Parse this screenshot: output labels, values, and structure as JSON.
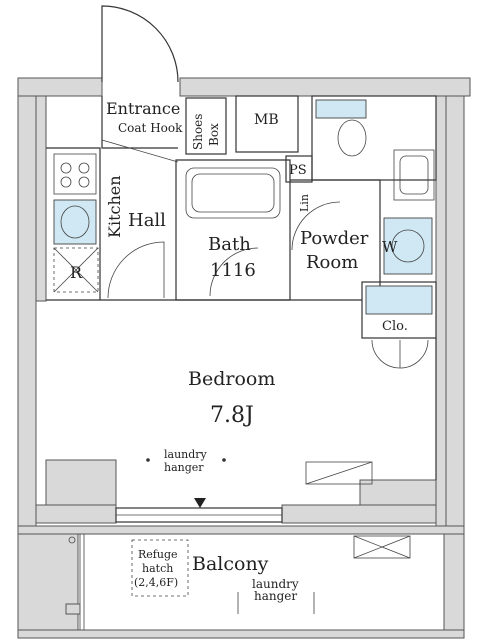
{
  "rooms": {
    "entrance": "Entrance",
    "coat_hook": "Coat Hook",
    "shoes_box_1": "Shoes",
    "shoes_box_2": "Box",
    "mb": "MB",
    "ps": "PS",
    "lin": "Lin",
    "kitchen": "Kitchen",
    "hall": "Hall",
    "refrigerator": "R",
    "bath": "Bath",
    "bath_size": "1116",
    "powder_1": "Powder",
    "powder_2": "Room",
    "washer": "W",
    "closet": "Clo.",
    "bedroom": "Bedroom",
    "bedroom_size": "7.8J",
    "laundry_1": "laundry",
    "laundry_2": "hanger",
    "balcony": "Balcony",
    "refuge_1": "Refuge",
    "refuge_2": "hatch",
    "refuge_3": "(2,4,6F)",
    "balcony_laundry_1": "laundry",
    "balcony_laundry_2": "hanger"
  },
  "colors": {
    "wall": "#d9d9d9",
    "fixture_blue": "#cfe8f3",
    "line": "#333333"
  }
}
